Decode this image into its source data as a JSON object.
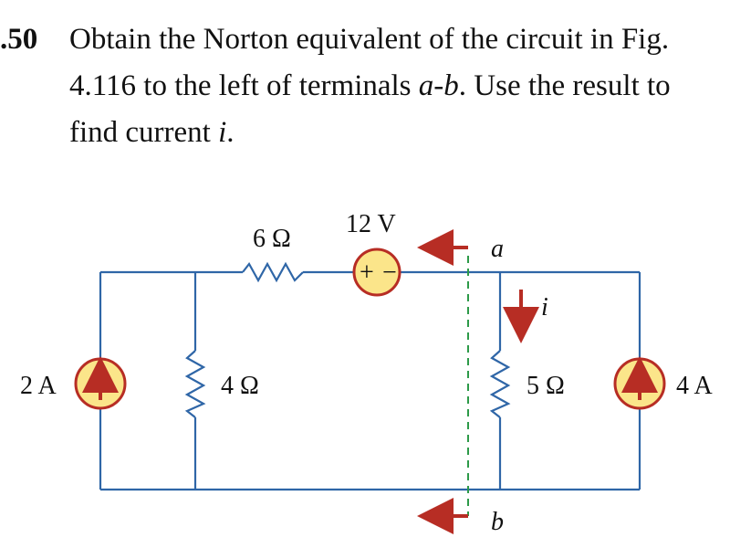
{
  "problem": {
    "number": ".50",
    "text_before_a": "Obtain the Norton equivalent of the circuit in Fig. 4.116 to the left of terminals ",
    "terminal_a": "a",
    "hyphen": "-",
    "terminal_b": "b",
    "text_after_b": ". Use the result to find current ",
    "current_symbol": "i",
    "period": "."
  },
  "circuit": {
    "current_source_left": "2 A",
    "resistor_left": "4 Ω",
    "resistor_top": "6 Ω",
    "voltage_source": "12 V",
    "voltage_plus": "+",
    "voltage_minus": "−",
    "terminal_a": "a",
    "terminal_b": "b",
    "current_label": "i",
    "resistor_right": "5 Ω",
    "current_source_right": "4 A"
  },
  "colors": {
    "wire": "#2f66a7",
    "source_fill": "#fbe58a",
    "source_outline": "#b72d24",
    "terminal_line": "#2d9a49"
  }
}
